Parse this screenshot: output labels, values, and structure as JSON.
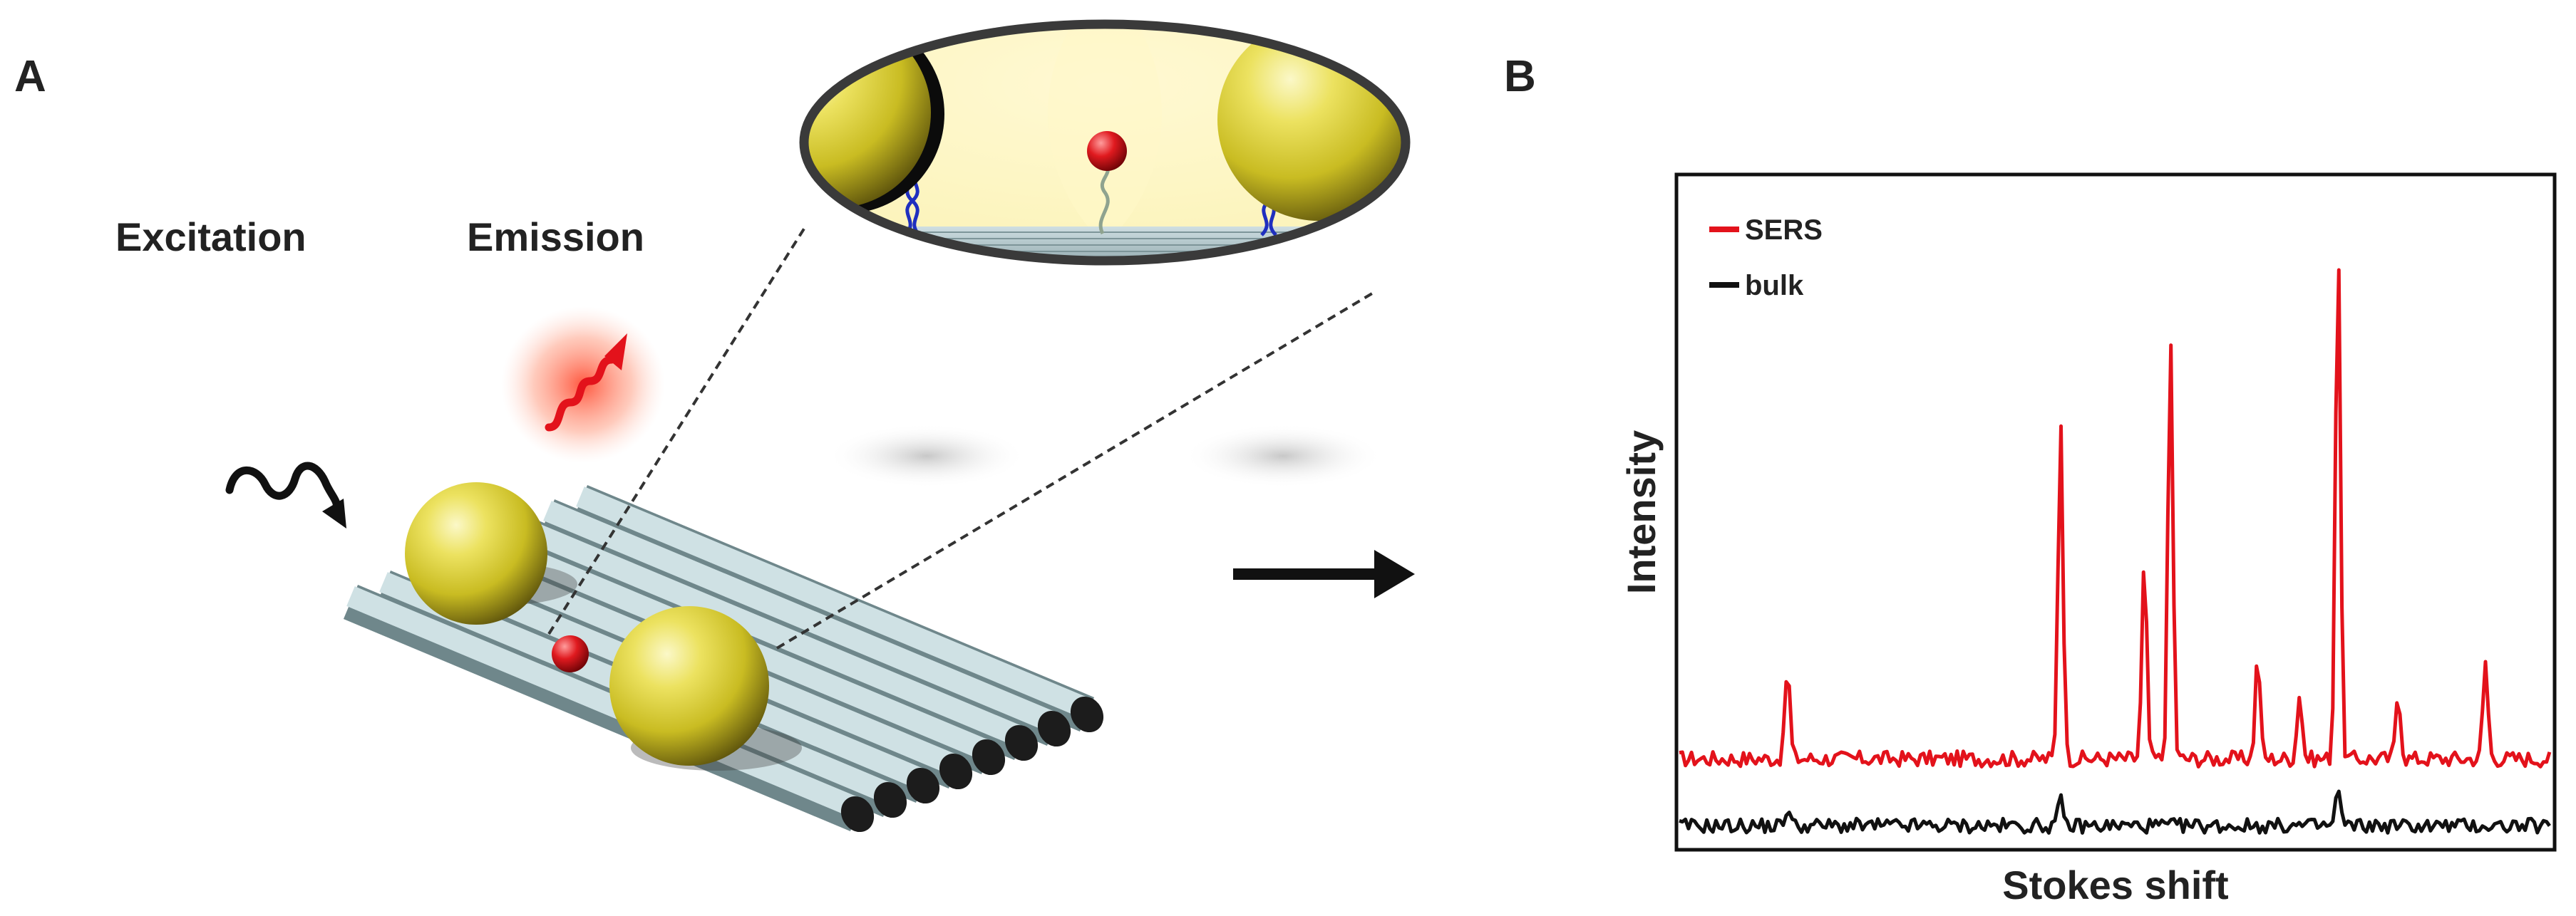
{
  "panel_a": {
    "label": "A",
    "excitation_label": "Excitation",
    "emission_label": "Emission"
  },
  "panel_b": {
    "label": "B"
  },
  "colors": {
    "sers": "#e3121b",
    "bulk": "#111111",
    "gold_light": "#f6f09a",
    "gold_mid": "#d8cc2e",
    "gold_dark": "#6f6410",
    "nanorod": "#c9dde0",
    "molecule": "#d10f14",
    "dna": "#1f2fbf"
  },
  "icons": {
    "excitation_wave": "wavy-arrow-icon",
    "emission_wave": "wavy-arrow-icon",
    "process_arrow": "arrow-right-icon"
  },
  "chart_data": {
    "type": "line",
    "xlabel": "Stokes shift",
    "ylabel": "Intensity",
    "x_range": [
      0,
      100
    ],
    "y_range": [
      0,
      100
    ],
    "ticks_shown": false,
    "grid": false,
    "legend_position": "top-left",
    "series": [
      {
        "name": "SERS",
        "color": "#e3121b",
        "baseline": 14,
        "peaks": [
          {
            "x": 12.4,
            "y": 29
          },
          {
            "x": 43.7,
            "y": 70
          },
          {
            "x": 53.3,
            "y": 46
          },
          {
            "x": 56.3,
            "y": 83
          },
          {
            "x": 66.3,
            "y": 31
          },
          {
            "x": 71.1,
            "y": 25
          },
          {
            "x": 75.5,
            "y": 100
          },
          {
            "x": 82.4,
            "y": 25
          },
          {
            "x": 92.4,
            "y": 30
          }
        ]
      },
      {
        "name": "bulk",
        "color": "#111111",
        "baseline": 3,
        "peaks": [
          {
            "x": 12.4,
            "y": 6
          },
          {
            "x": 43.7,
            "y": 7
          },
          {
            "x": 75.5,
            "y": 9
          }
        ]
      }
    ]
  }
}
